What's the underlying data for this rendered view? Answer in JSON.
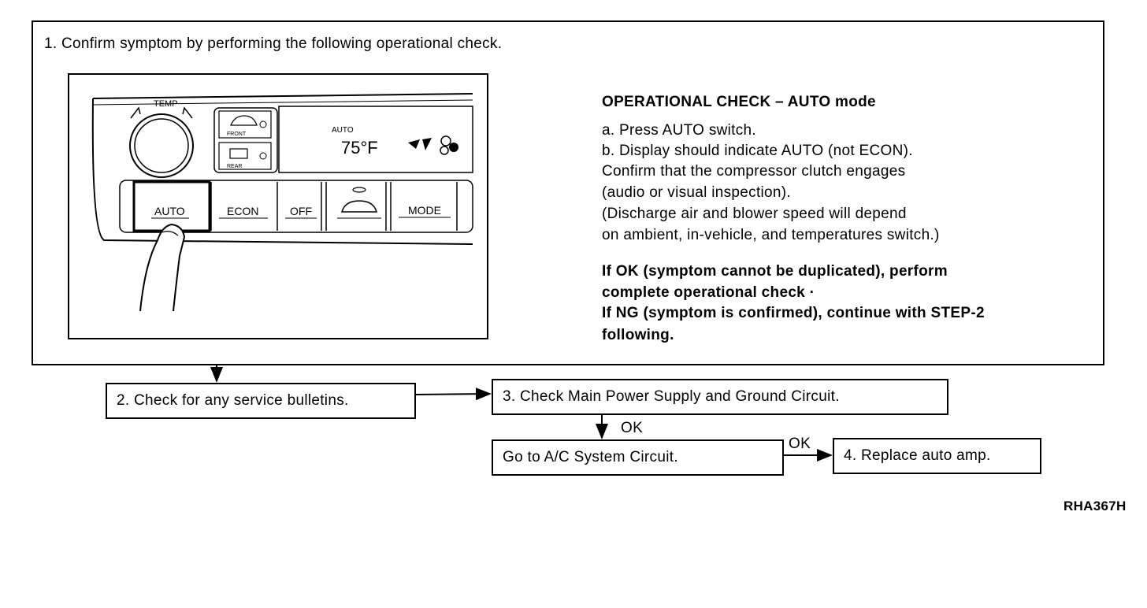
{
  "step1": {
    "heading": "1. Confirm symptom by performing the following operational check.",
    "panel": {
      "temp_label": "TEMP",
      "front_label": "FRONT",
      "rear_label": "REAR",
      "display_mode": "AUTO",
      "display_temp": "75°F",
      "buttons": [
        "AUTO",
        "ECON",
        "OFF",
        "MODE"
      ]
    },
    "check_title": "OPERATIONAL CHECK – AUTO mode",
    "check_lines": [
      "a. Press AUTO switch.",
      "b. Display should indicate AUTO (not ECON).",
      "Confirm that the compressor clutch engages",
      "(audio or visual inspection).",
      "(Discharge air and blower speed will depend",
      "on ambient, in-vehicle, and temperatures switch.)"
    ],
    "result_lines": [
      "If OK (symptom cannot be duplicated), perform",
      "complete operational check ·",
      "If NG (symptom is confirmed), continue with STEP-2",
      "following."
    ]
  },
  "step2": {
    "label": "2. Check for any service bulletins."
  },
  "step3": {
    "label": "3. Check Main Power Supply and Ground Circuit."
  },
  "ok_label_1": "OK",
  "goto_box": {
    "label": "Go to A/C System Circuit."
  },
  "ok_label_2": "OK",
  "step4": {
    "label": "4. Replace auto amp."
  },
  "figure_code": "RHA367H"
}
